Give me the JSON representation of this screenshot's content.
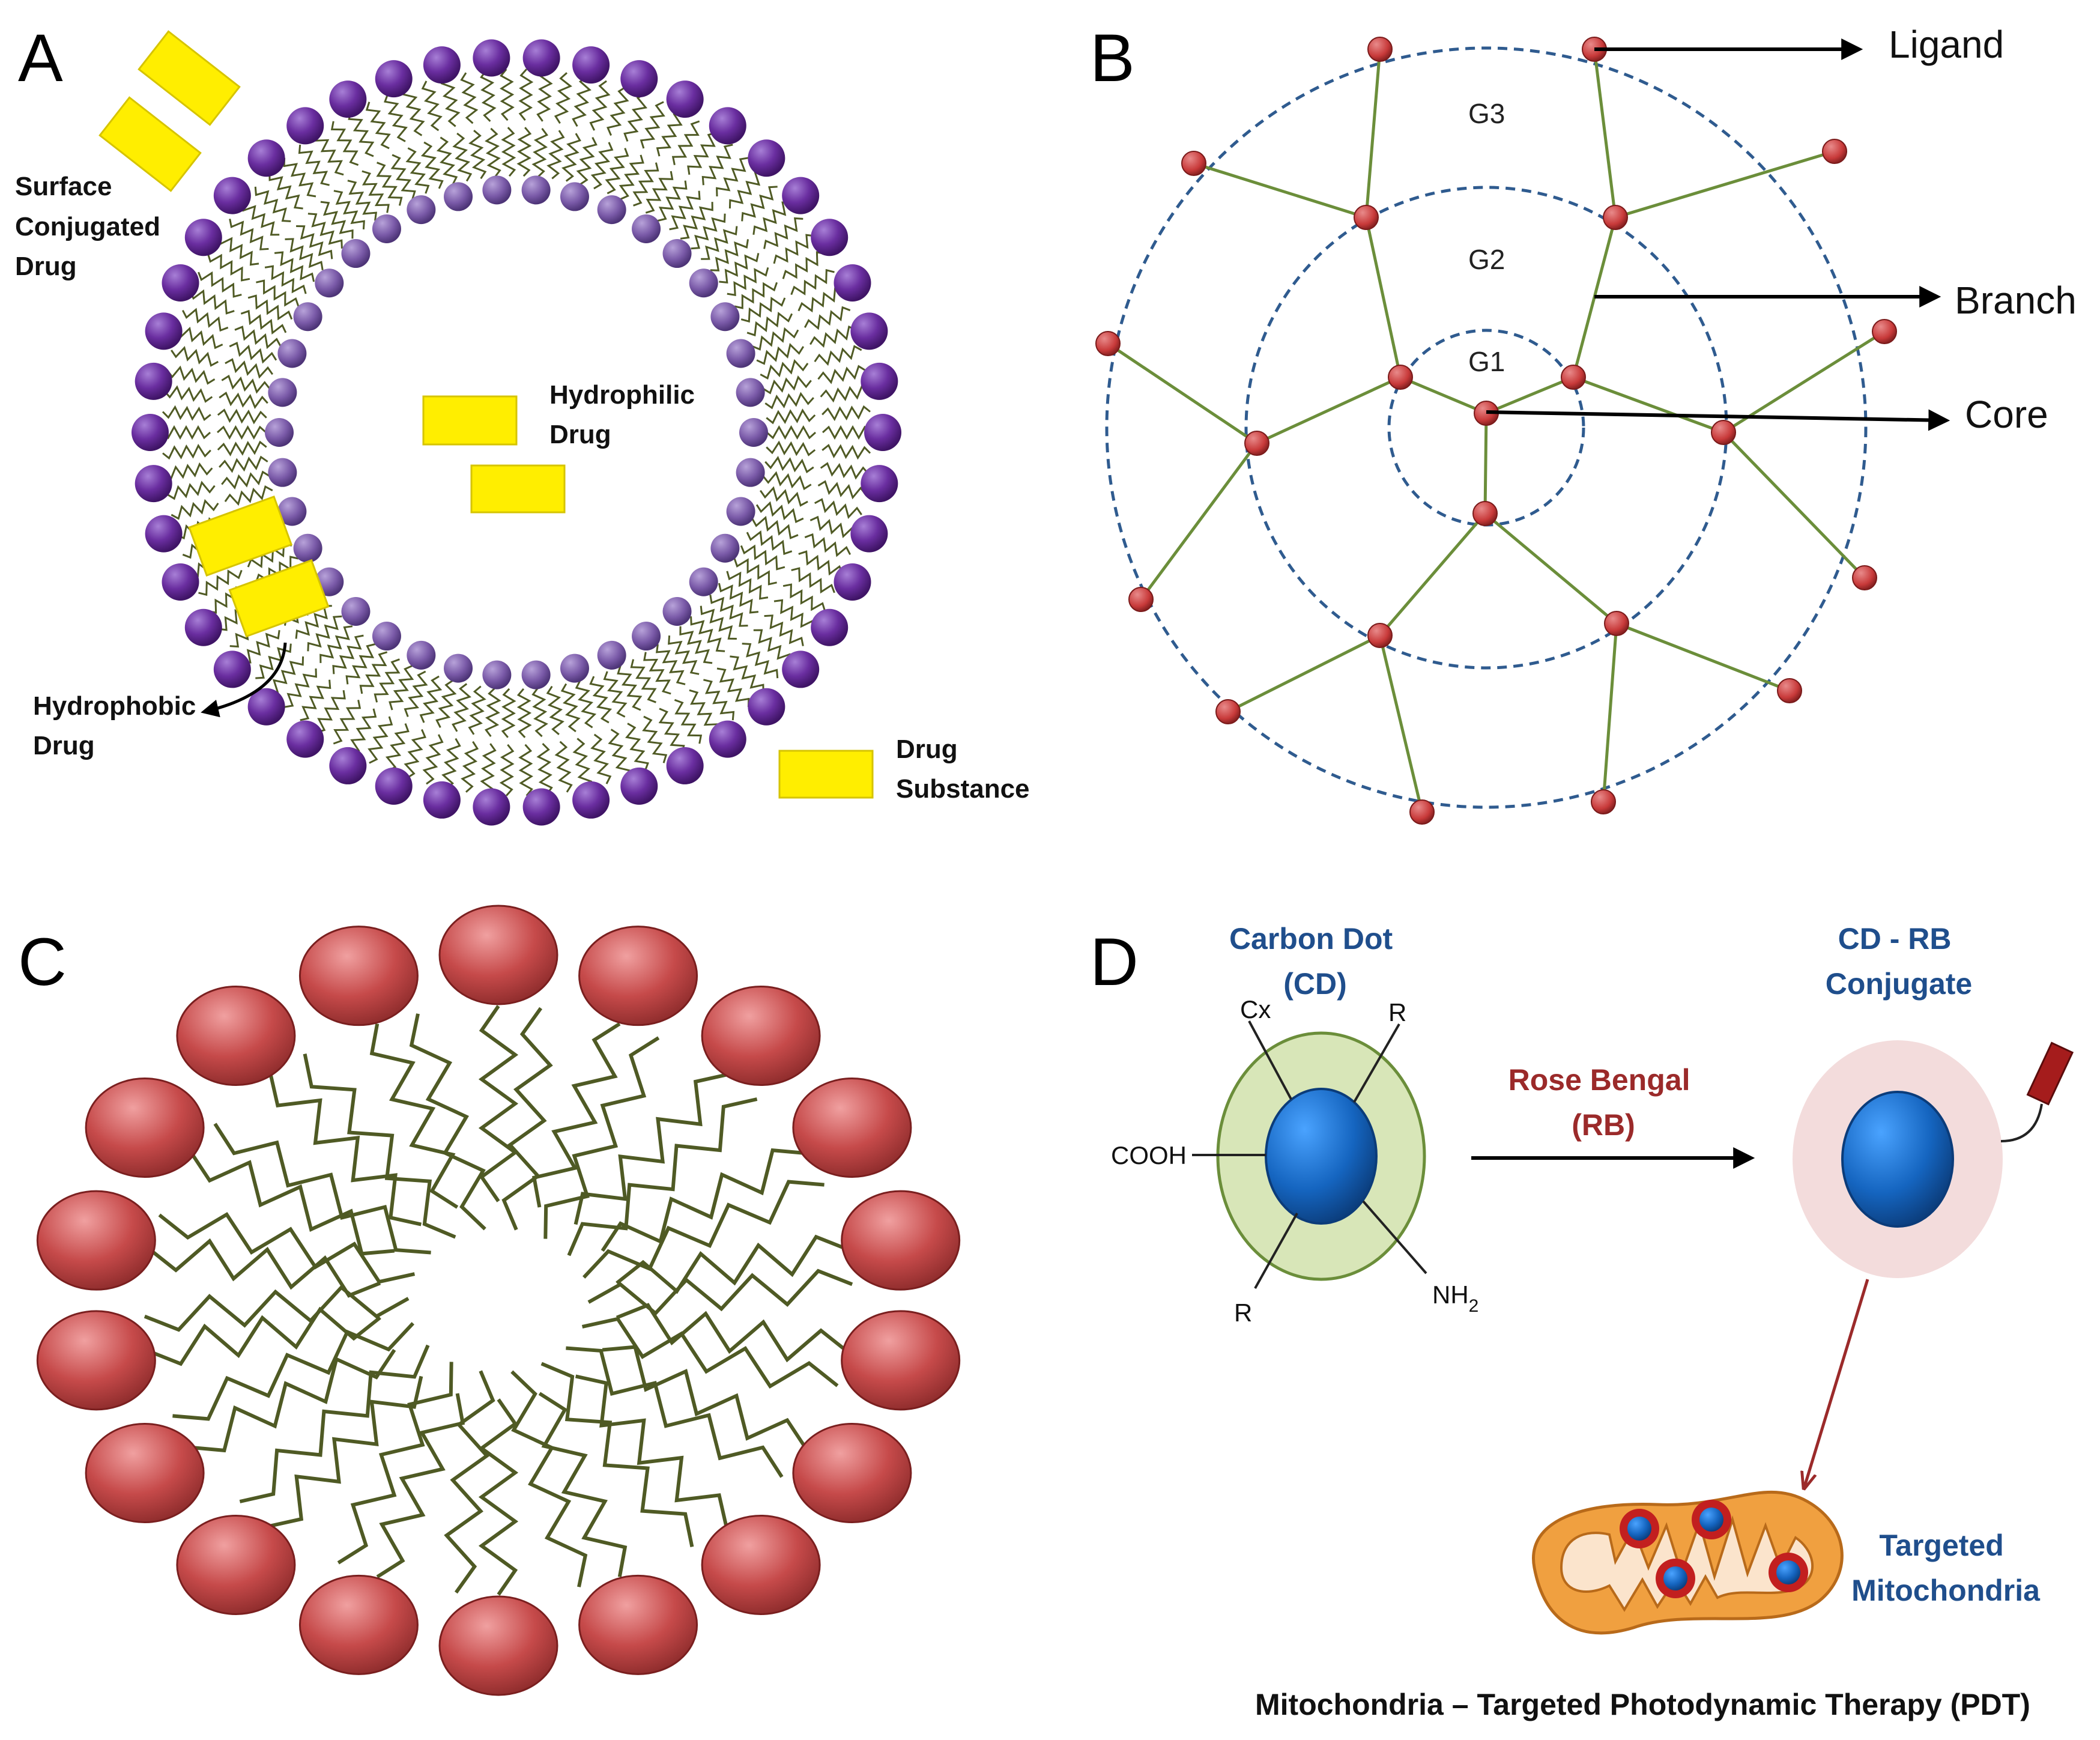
{
  "panels": {
    "a": {
      "letter": "A",
      "labels": {
        "surface_conjugated": [
          "Surface",
          "Conjugated",
          "Drug"
        ],
        "hydrophilic": [
          "Hydrophilic",
          "Drug"
        ],
        "hydrophobic": [
          "Hydrophobic",
          "Drug"
        ],
        "drug_substance": [
          "Drug",
          "Substance"
        ]
      },
      "colors": {
        "head": "#6a2ea0",
        "tail": "#4f5a24",
        "drug": "#ffee00"
      }
    },
    "b": {
      "letter": "B",
      "generations": [
        "G1",
        "G2",
        "G3"
      ],
      "labels": {
        "ligand": "Ligand",
        "branch": "Branch",
        "core": "Core"
      },
      "colors": {
        "node": "#c83a3a",
        "edge": "#6b8e3a",
        "ring": "#2f5b8f"
      }
    },
    "c": {
      "letter": "C",
      "colors": {
        "head": "#c64a4a",
        "tail": "#4f5a24"
      }
    },
    "d": {
      "letter": "D",
      "carbon_dot": [
        "Carbon Dot",
        "(CD)"
      ],
      "conjugate": [
        "CD - RB",
        "Conjugate"
      ],
      "reagent": [
        "Rose Bengal",
        "(RB)"
      ],
      "groups": {
        "cx": "Cx",
        "r_top": "R",
        "cooh": "COOH",
        "r_bottom": "R",
        "nh2": "NH",
        "nh2_sub": "2"
      },
      "targeted": [
        "Targeted",
        "Mitochondria"
      ],
      "caption": "Mitochondria – Targeted Photodynamic Therapy (PDT)",
      "colors": {
        "dot": "#1565c0",
        "shell": "#d8e6b8",
        "conj_shell": "#f3dcdc",
        "mito": "#f0a040",
        "arrow_red": "#9b2a2a"
      }
    }
  }
}
